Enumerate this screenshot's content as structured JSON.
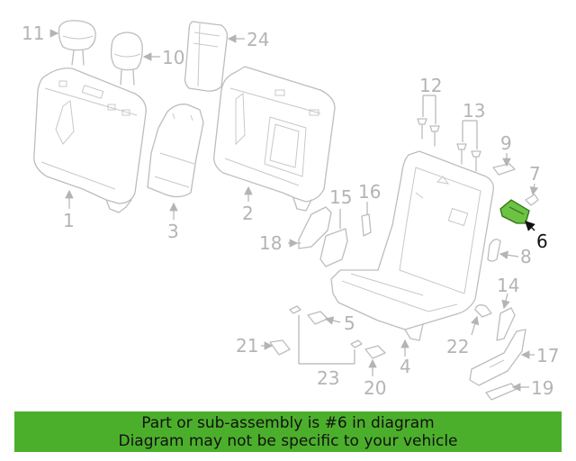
{
  "diagram": {
    "highlighted_part": "6",
    "colors": {
      "highlight": "#6cc243",
      "banner": "#4caf2c",
      "line": "#bdbdbd",
      "active_text": "#111111"
    },
    "callouts": {
      "c1": "1",
      "c2": "2",
      "c3": "3",
      "c4": "4",
      "c5": "5",
      "c6": "6",
      "c7": "7",
      "c8": "8",
      "c9": "9",
      "c10": "10",
      "c11": "11",
      "c12": "12",
      "c13": "13",
      "c14": "14",
      "c15": "15",
      "c16": "16",
      "c17": "17",
      "c18": "18",
      "c19": "19",
      "c20": "20",
      "c21": "21",
      "c22": "22",
      "c23": "23",
      "c24": "24"
    }
  },
  "banner": {
    "line1": "Part or sub-assembly is #6 in diagram",
    "line2": "Diagram may not be specific to your vehicle"
  }
}
